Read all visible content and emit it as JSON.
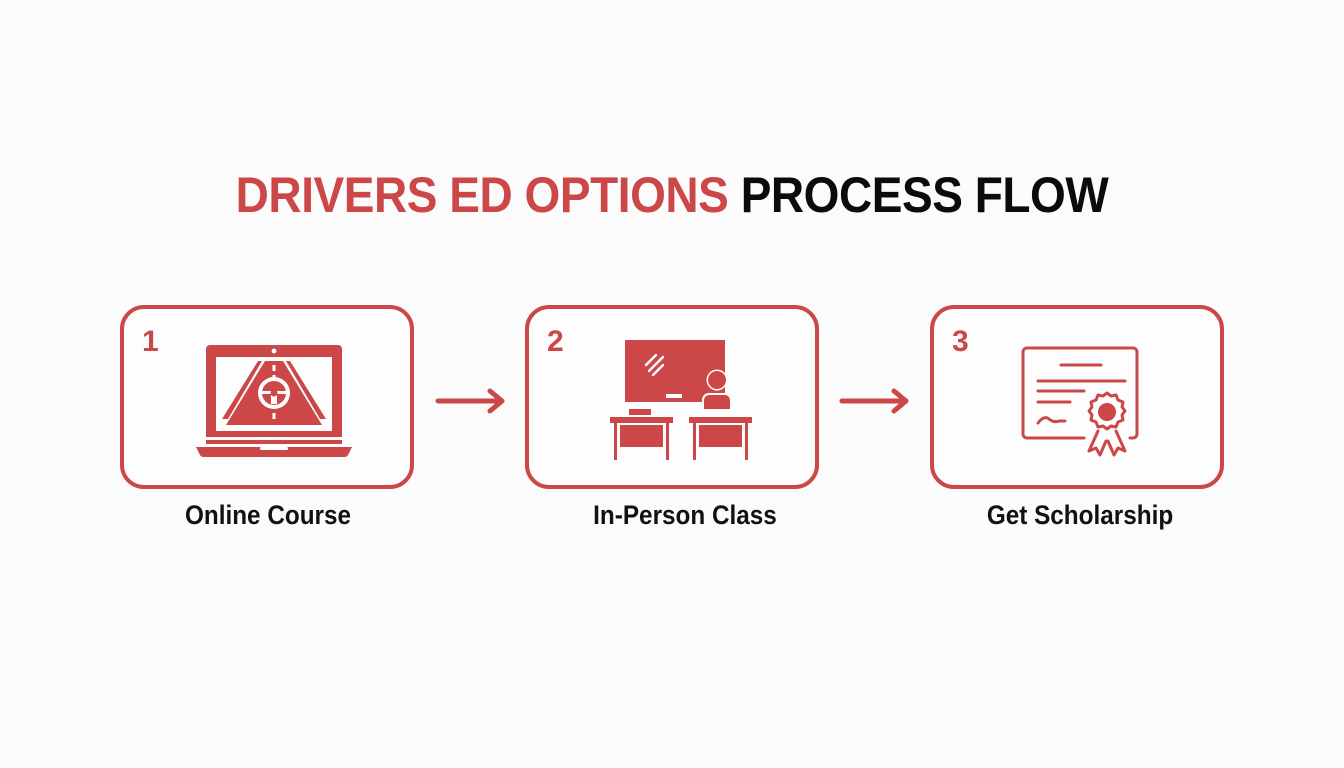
{
  "title": {
    "accent_text": "DRIVERS ED OPTIONS",
    "dark_text": "PROCESS FLOW"
  },
  "colors": {
    "accent": "#cc4747",
    "text": "#111111",
    "background": "#fbfbfb"
  },
  "steps": [
    {
      "number": "1",
      "label": "Online Course",
      "icon": "laptop-road-steering-wheel-icon"
    },
    {
      "number": "2",
      "label": "In-Person Class",
      "icon": "classroom-whiteboard-desks-icon"
    },
    {
      "number": "3",
      "label": "Get Scholarship",
      "icon": "certificate-award-ribbon-icon"
    }
  ],
  "connectors": [
    {
      "from": "1",
      "to": "2",
      "icon": "arrow-right-icon"
    },
    {
      "from": "2",
      "to": "3",
      "icon": "arrow-right-icon"
    }
  ]
}
